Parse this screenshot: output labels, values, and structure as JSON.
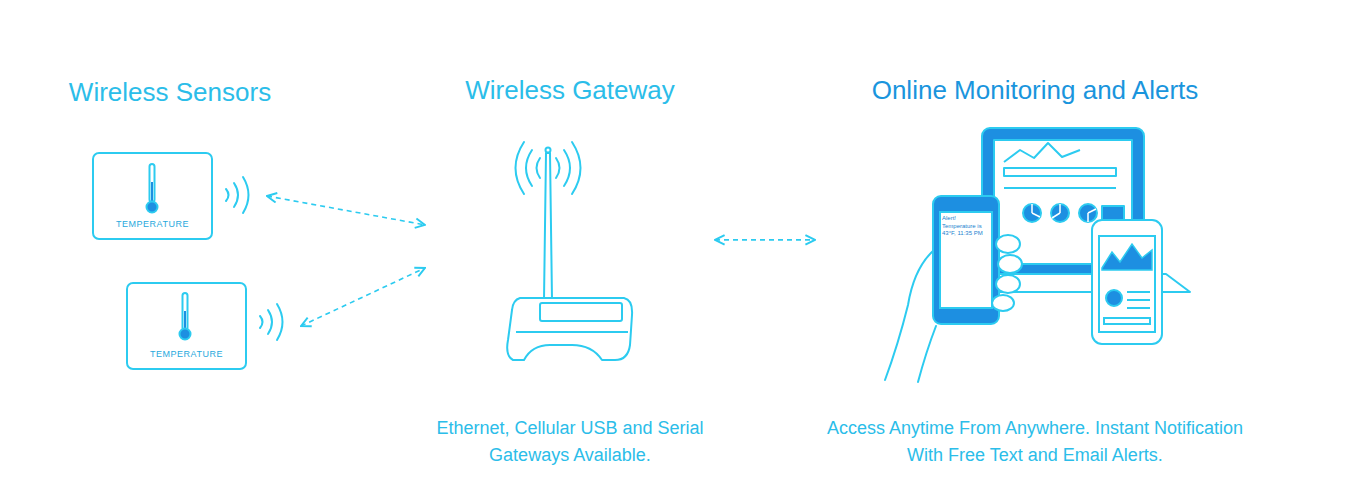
{
  "diagram": {
    "nodes": [
      {
        "text": [
          "TEMPERATURE"
        ]
      },
      {
        "text": [
          "TEMPERATURE"
        ]
      },
      {
        "text": [
          "Wireless Gateway",
          "Ethernet, Cellular USB and Serial Gateways Available."
        ]
      },
      {
        "text": [
          "Online Monitoring and Alerts",
          "Access Anytime From Anywhere. Instant Notification With Free Text and Email Alerts."
        ]
      }
    ],
    "edges": [
      {
        "from": 0,
        "to": 2,
        "arrow": "both"
      },
      {
        "from": 1,
        "to": 2,
        "arrow": "both"
      },
      {
        "from": 2,
        "to": 3,
        "arrow": "both"
      }
    ],
    "labels": [
      "Wireless Sensors",
      "Alert! Temperature is 43°F, 11:35 PM"
    ]
  }
}
